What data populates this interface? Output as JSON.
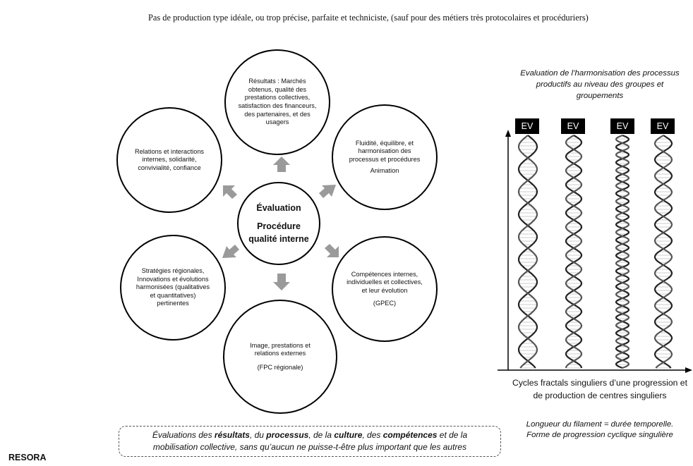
{
  "header_text": "Pas de production type idéale, ou trop précise, parfaite et techniciste, (sauf pour des métiers très protocolaires et procéduriers)",
  "center": {
    "title": "Évaluation",
    "subtitle": "Procédure qualité interne"
  },
  "circles": {
    "top": "Résultats : Marchés obtenus, qualité des prestations collectives, satisfaction des financeurs, des partenaires, et des usagers",
    "top_right": {
      "main": "Fluidité, équilibre, et harmonisation des processus et procédures",
      "sub": "Animation"
    },
    "bottom_right": {
      "main": "Compétences internes, individuelles et collectives, et leur évolution",
      "sub": "(GPEC)"
    },
    "bottom": {
      "main": "Image, prestations et relations externes",
      "sub": "(FPC régionale)"
    },
    "bottom_left": "Stratégies régionales, Innovations et évolutions harmonisées (qualitatives et quantitatives) pertinentes",
    "top_left": "Relations et interactions internes, solidarité, convivialité, confiance"
  },
  "right_panel": {
    "title": "Evaluation de l’harmonisation des processus productifs au niveau des groupes et groupements",
    "ev_labels": [
      "EV",
      "EV",
      "EV",
      "EV"
    ],
    "cycles_text": "Cycles fractals singuliers d’une progression et de production de centres singuliers",
    "note_1": "Longueur du filament = durée temporelle.",
    "note_2": "Forme de progression cyclique singulière"
  },
  "bottom_box": {
    "p1": "Évaluations des ",
    "b1": "résultats",
    "p2": ", du ",
    "b2": "processus",
    "p3": ", de la ",
    "b3": "culture",
    "p4": ", des ",
    "b4": "compétences",
    "p5": " et de la",
    "line2": "mobilisation collective, sans qu’aucun ne puisse-t-être plus important que les autres"
  },
  "footer_label": "RESORA",
  "colors": {
    "arrow_gray": "#9a9a9a",
    "ev_box": "#000000"
  }
}
